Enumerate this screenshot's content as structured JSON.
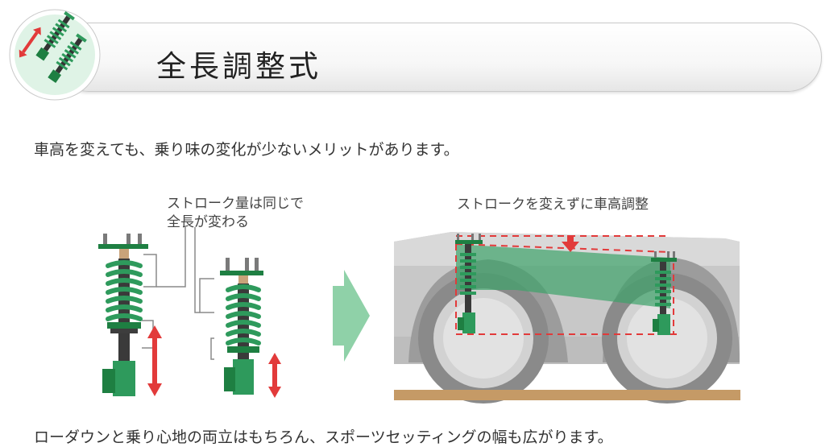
{
  "header": {
    "title": "全長調整式",
    "icon": "coilover-icon"
  },
  "intro_text": "車高を変えても、乗り味の変化が少ないメリットがあります。",
  "left_diagram": {
    "caption": "ストローク量は同じで\n全長が変わる"
  },
  "right_diagram": {
    "caption": "ストロークを変えずに車高調整"
  },
  "footer_text": "ローダウンと乗り心地の両立はもちろん、スポーツセッティングの幅も広がります。",
  "colors": {
    "spring_green": "#2e9a5c",
    "body_green": "#1e7f42",
    "arrow_red": "#e23a3a",
    "flow_arrow": "#8fd1a8",
    "road": "#c59a66"
  }
}
